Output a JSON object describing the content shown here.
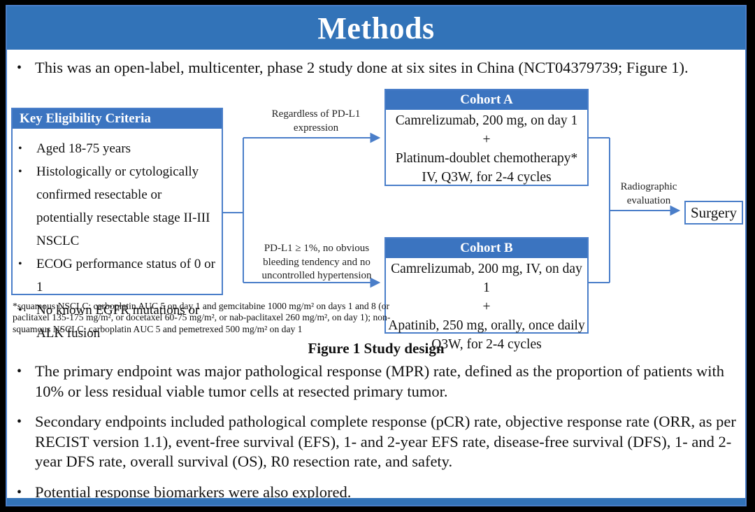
{
  "slide": {
    "title": "Methods",
    "intro_bullet": "This was an open-label, multicenter, phase 2 study done at six sites in China (NCT04379739; Figure 1).",
    "figure_caption": "Figure 1 Study design",
    "bullets": [
      "The primary endpoint was major pathological response (MPR) rate, defined as the proportion of patients with 10% or less residual viable tumor cells at resected primary tumor.",
      "Secondary endpoints included pathological complete response (pCR) rate, objective response rate (ORR, as per RECIST version 1.1), event-free survival (EFS), 1- and 2-year EFS rate, disease-free survival (DFS), 1- and 2-year DFS rate, overall survival (OS), R0 resection rate, and safety.",
      "Potential response biomarkers were also explored."
    ]
  },
  "diagram": {
    "eligibility": {
      "header": "Key Eligibility Criteria",
      "items": [
        "Aged 18-75 years",
        "Histologically or cytologically confirmed resectable or potentially resectable stage II-III NSCLC",
        "ECOG performance status of 0 or 1",
        "No known EGFR mutations or ALK fusion"
      ]
    },
    "branch_labels": {
      "top": [
        "Regardless of PD-L1",
        "expression"
      ],
      "bottom": [
        "PD-L1 ≥ 1%, no obvious",
        "bleeding tendency and no",
        "uncontrolled hypertension"
      ]
    },
    "cohort_a": {
      "header": "Cohort A",
      "lines": [
        "Camrelizumab, 200 mg, on day 1",
        "+",
        "Platinum-doublet chemotherapy*",
        "IV, Q3W, for 2-4 cycles"
      ]
    },
    "cohort_b": {
      "header": "Cohort B",
      "lines": [
        "Camrelizumab, 200 mg, IV, on day 1",
        "+",
        "Apatinib, 250 mg, orally, once daily",
        "Q3W, for 2-4 cycles"
      ]
    },
    "evaluation_label": [
      "Radiographic",
      "evaluation"
    ],
    "surgery_label": "Surgery",
    "footnote": "*squamous NSCLC: carboplatin AUC 5 on day 1 and gemcitabine 1000 mg/m² on days 1 and 8 (or paclitaxel 135-175 mg/m², or docetaxel 60-75 mg/m², or nab-paclitaxel 260 mg/m², on day 1); non-squamous NSCLC: carboplatin AUC 5 and pemetrexed 500 mg/m² on day 1"
  },
  "colors": {
    "title_bar_blue": "#3273b8",
    "box_header_blue": "#3b74c0",
    "diagram_line_blue": "#4a7ec9",
    "text_black": "#111111",
    "background_black": "#000000",
    "white": "#ffffff"
  }
}
